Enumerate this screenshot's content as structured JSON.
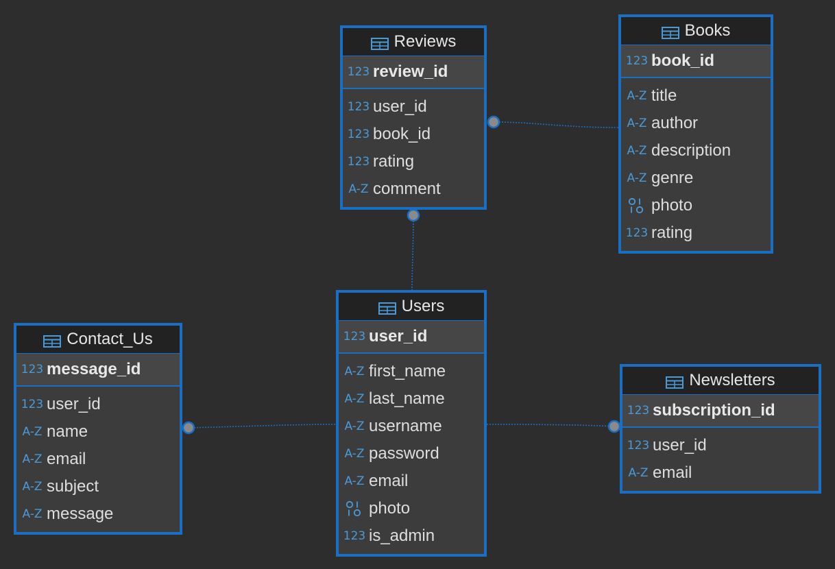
{
  "diagram": {
    "entities": [
      {
        "id": "reviews",
        "title": "Reviews",
        "primary_key": {
          "name": "review_id",
          "type": "numeric"
        },
        "columns": [
          {
            "name": "user_id",
            "type": "numeric"
          },
          {
            "name": "book_id",
            "type": "numeric"
          },
          {
            "name": "rating",
            "type": "numeric"
          },
          {
            "name": "comment",
            "type": "text"
          }
        ]
      },
      {
        "id": "books",
        "title": "Books",
        "primary_key": {
          "name": "book_id",
          "type": "numeric"
        },
        "columns": [
          {
            "name": "title",
            "type": "text"
          },
          {
            "name": "author",
            "type": "text"
          },
          {
            "name": "description",
            "type": "text"
          },
          {
            "name": "genre",
            "type": "text"
          },
          {
            "name": "photo",
            "type": "binary"
          },
          {
            "name": "rating",
            "type": "numeric"
          }
        ]
      },
      {
        "id": "users",
        "title": "Users",
        "primary_key": {
          "name": "user_id",
          "type": "numeric"
        },
        "columns": [
          {
            "name": "first_name",
            "type": "text"
          },
          {
            "name": "last_name",
            "type": "text"
          },
          {
            "name": "username",
            "type": "text"
          },
          {
            "name": "password",
            "type": "text"
          },
          {
            "name": "email",
            "type": "text"
          },
          {
            "name": "photo",
            "type": "binary"
          },
          {
            "name": "is_admin",
            "type": "numeric"
          }
        ]
      },
      {
        "id": "contact_us",
        "title": "Contact_Us",
        "primary_key": {
          "name": "message_id",
          "type": "numeric"
        },
        "columns": [
          {
            "name": "user_id",
            "type": "numeric"
          },
          {
            "name": "name",
            "type": "text"
          },
          {
            "name": "email",
            "type": "text"
          },
          {
            "name": "subject",
            "type": "text"
          },
          {
            "name": "message",
            "type": "text"
          }
        ]
      },
      {
        "id": "newsletters",
        "title": "Newsletters",
        "primary_key": {
          "name": "subscription_id",
          "type": "numeric"
        },
        "columns": [
          {
            "name": "user_id",
            "type": "numeric"
          },
          {
            "name": "email",
            "type": "text"
          }
        ]
      }
    ],
    "relationships": [
      {
        "from": "reviews",
        "to": "books"
      },
      {
        "from": "reviews",
        "to": "users"
      },
      {
        "from": "contact_us",
        "to": "users"
      },
      {
        "from": "newsletters",
        "to": "users"
      }
    ],
    "type_labels": {
      "numeric": "123",
      "text": "A-Z"
    },
    "colors": {
      "background": "#2d2d2d",
      "entity_border": "#1a6fc4",
      "header_background": "#222222",
      "body_background": "#3c3c3c",
      "icon": "#4a9ad8",
      "connector": "#8a8a8a"
    }
  }
}
